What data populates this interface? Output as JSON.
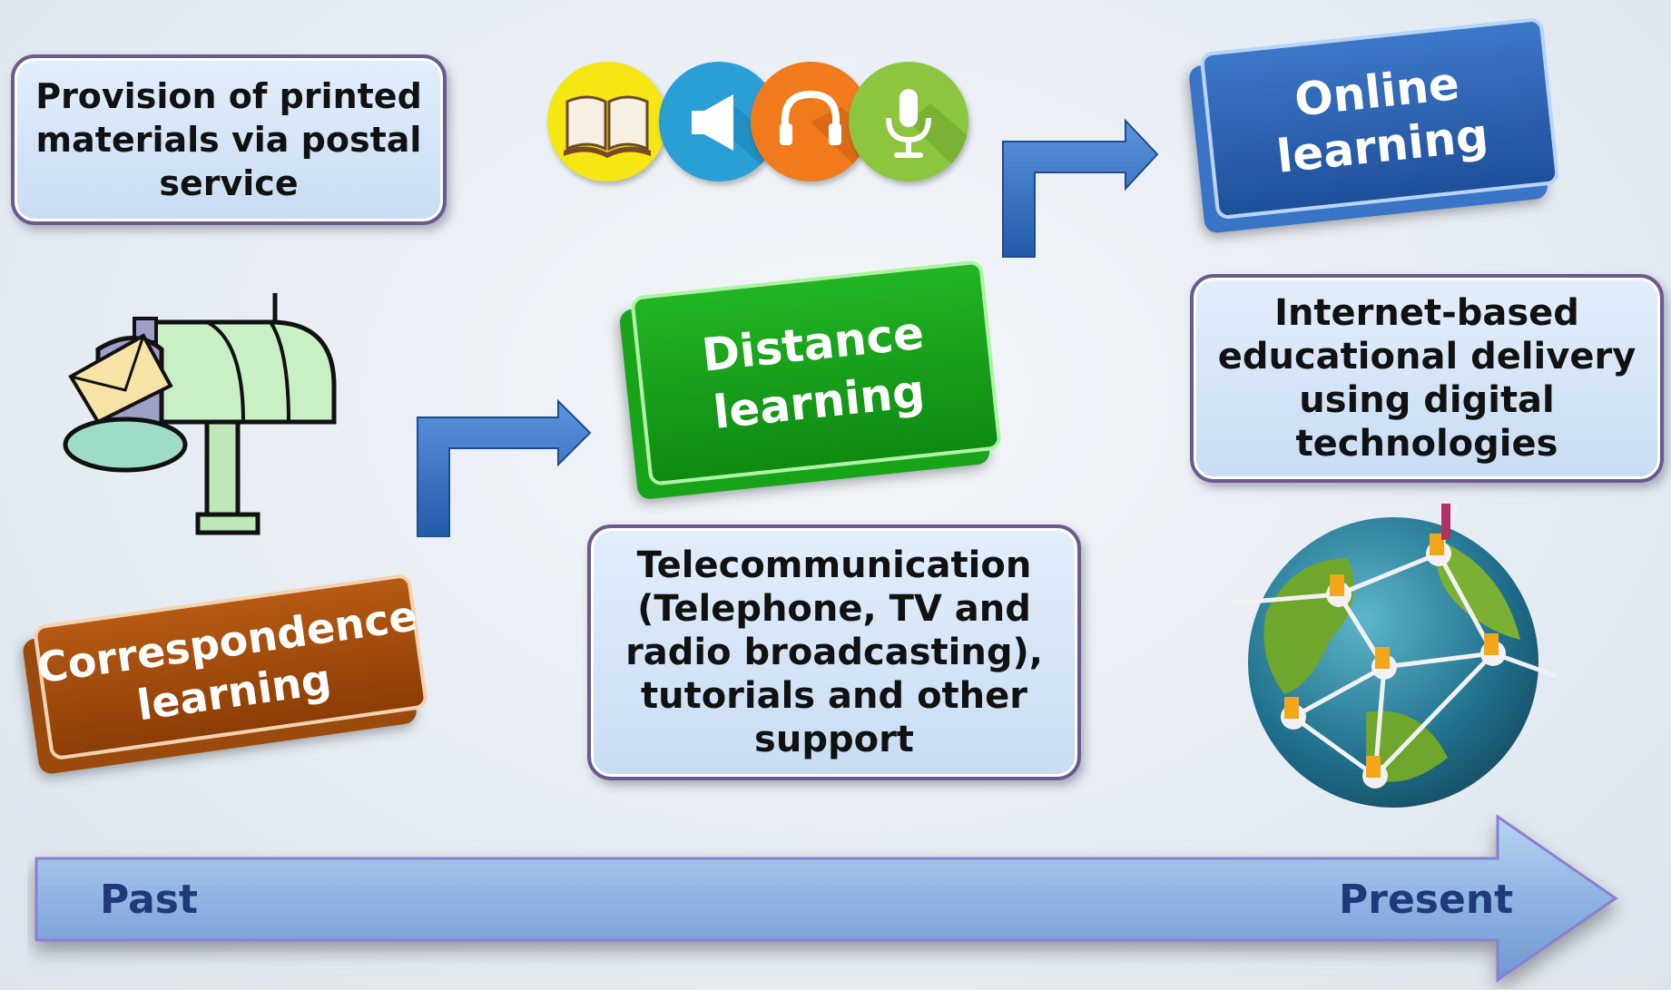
{
  "stages": {
    "correspondence": {
      "title": "Correspondence\nlearning",
      "description": "Provision of printed\nmaterials via postal\nservice",
      "color": "#a34b0c"
    },
    "distance": {
      "title": "Distance\nlearning",
      "description": "Telecommunication\n(Telephone, TV and\nradio broadcasting),\ntutorials and other\nsupport",
      "color": "#17a419"
    },
    "online": {
      "title": "Online learning",
      "description": "Internet-based\neducational delivery\nusing digital\ntechnologies",
      "color": "#2a62b5"
    }
  },
  "media_icons": [
    "book-icon",
    "megaphone-icon",
    "headphones-icon",
    "microphone-icon"
  ],
  "timeline": {
    "start_label": "Past",
    "end_label": "Present",
    "color": "#8fb4e3"
  },
  "illustrations": [
    "mailbox-icon",
    "globe-network-icon"
  ]
}
